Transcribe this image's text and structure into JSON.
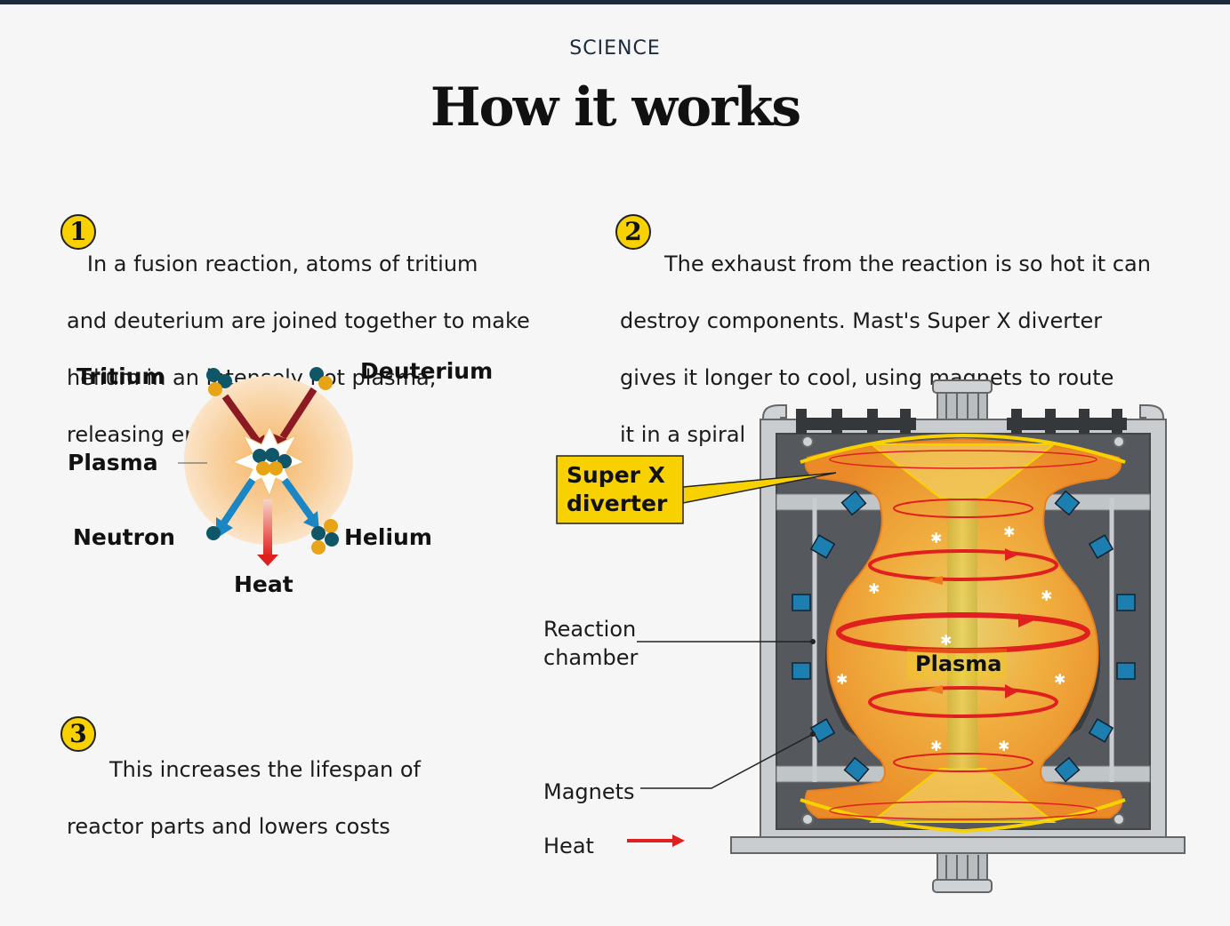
{
  "header": {
    "section": "SCIENCE",
    "title": "How it works"
  },
  "steps": [
    {
      "number": "1",
      "lines": [
        "   In a fusion reaction, atoms of tritium",
        "and deuterium are joined together to make",
        "helium in an intensely hot plasma,",
        "releasing energy"
      ]
    },
    {
      "number": "2",
      "lines": [
        "The exhaust from the reaction is so hot it can",
        "destroy components. Mast's Super X diverter",
        "gives it longer to cool, using magnets to route",
        "it in a spiral"
      ]
    },
    {
      "number": "3",
      "lines": [
        "This increases the lifespan of",
        "reactor parts and lowers costs"
      ]
    }
  ],
  "fusion_diagram": {
    "tritium": "Tritium",
    "deuterium": "Deuterium",
    "plasma": "Plasma",
    "neutron": "Neutron",
    "helium": "Helium",
    "heat": "Heat"
  },
  "reactor_diagram": {
    "super_x_line1": "Super X",
    "super_x_line2": "diverter",
    "reaction_line1": "Reaction",
    "reaction_line2": "chamber",
    "magnets": "Magnets",
    "heat_legend": "Heat",
    "plasma": "Plasma"
  },
  "colors": {
    "navy": "#1d2a3d",
    "badge_yellow": "#f7d200",
    "plasma_orange": "#f0a030",
    "heat_red": "#e0201e",
    "magnet_blue": "#1c7fb0",
    "particle_teal": "#0e5668",
    "particle_gold": "#e8a417",
    "arrow_darkred": "#8b1a22",
    "arrow_blue": "#1b86c4"
  }
}
